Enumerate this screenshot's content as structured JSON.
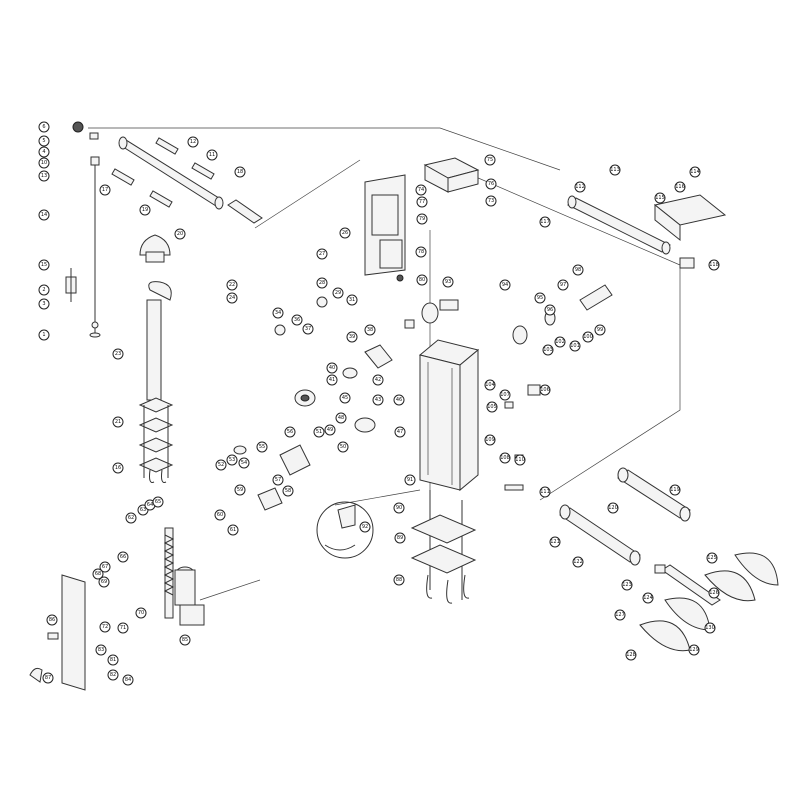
{
  "diagram": {
    "type": "exploded-parts-diagram",
    "callouts": [
      "6",
      "5",
      "4",
      "10",
      "13",
      "12",
      "11",
      "18",
      "17",
      "19",
      "14",
      "15",
      "2",
      "3",
      "1",
      "20",
      "22",
      "24",
      "23",
      "21",
      "16",
      "75",
      "74",
      "76",
      "77",
      "73",
      "79",
      "78",
      "80",
      "26",
      "27",
      "28",
      "29",
      "31",
      "34",
      "36",
      "37",
      "39",
      "38",
      "40",
      "41",
      "42",
      "43",
      "45",
      "46",
      "47",
      "48",
      "49",
      "50",
      "51",
      "52",
      "53",
      "54",
      "55",
      "56",
      "57",
      "58",
      "59",
      "60",
      "61",
      "62",
      "63",
      "64",
      "65",
      "66",
      "67",
      "68",
      "69",
      "70",
      "71",
      "72",
      "81",
      "82",
      "83",
      "84",
      "85",
      "86",
      "87",
      "88",
      "89",
      "90",
      "91",
      "92",
      "93",
      "94",
      "95",
      "96",
      "97",
      "98",
      "99",
      "100",
      "101",
      "102",
      "103",
      "104",
      "105",
      "106",
      "107",
      "108",
      "109",
      "110",
      "111",
      "112",
      "113",
      "114",
      "115",
      "116",
      "117",
      "118",
      "119",
      "120",
      "121",
      "122",
      "123",
      "124",
      "125",
      "126",
      "127",
      "128",
      "129",
      "130"
    ]
  }
}
